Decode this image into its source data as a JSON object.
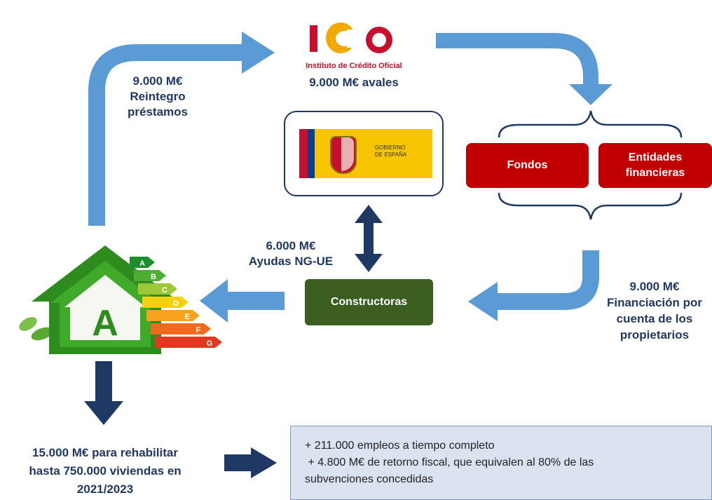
{
  "ico": {
    "name": "Instituto de Crédito Oficial",
    "avales": "9.000 M€ avales"
  },
  "gobierno": {
    "text_line1": "GOBIERNO",
    "text_line2": "DE ESPAÑA"
  },
  "reintegro": {
    "line1": "9.000 M€",
    "line2": "Reintegro",
    "line3": "préstamos"
  },
  "boxes": {
    "fondos": "Fondos",
    "entidades_line1": "Entidades",
    "entidades_line2": "financieras",
    "constructoras": "Constructoras"
  },
  "ayudas": {
    "line1": "6.000 M€",
    "line2": "Ayudas NG-UE"
  },
  "financiacion": {
    "line1": "9.000 M€",
    "line2": "Financiación por",
    "line3": "cuenta de los",
    "line4": "propietarios"
  },
  "energy_label": {
    "main_letter": "A",
    "ratings": [
      "A",
      "B",
      "C",
      "D",
      "E",
      "F",
      "G"
    ],
    "colors": [
      "#1a8f2c",
      "#4caf32",
      "#9cc93a",
      "#f2d20f",
      "#f6a21d",
      "#ef6a1f",
      "#e03a1e"
    ]
  },
  "rehabilitar": {
    "line1": "15.000 M€ para rehabilitar",
    "line2": "hasta 750.000 viviendas en",
    "line3": "2021/2023"
  },
  "impacto": {
    "line1": "+ 211.000 empleos a tiempo completo",
    "line2": " + 4.800 M€ de retorno fiscal, que equivalen al 80% de las",
    "line3": "subvenciones concedidas"
  },
  "colors": {
    "light_arrow": "#5b9bd5",
    "dark_arrow": "#1f3864",
    "red_box": "#c00000",
    "green_box": "#3a5f20",
    "info_box": "#dbe3f0"
  }
}
